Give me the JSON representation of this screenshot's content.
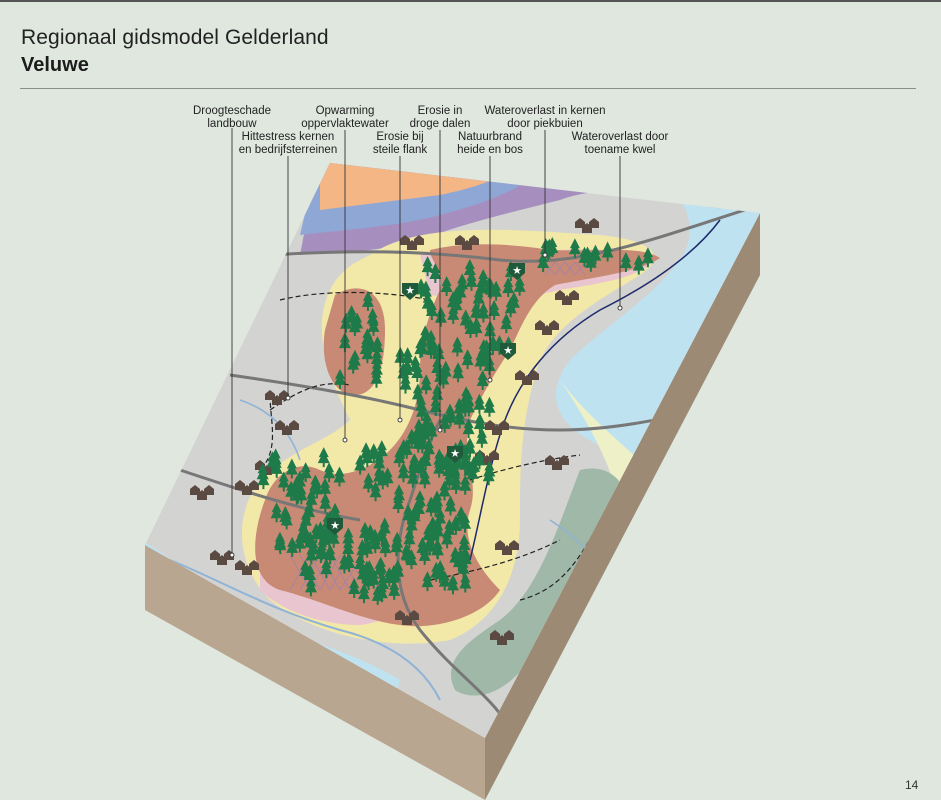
{
  "header": {
    "title": "Regionaal gidsmodel Gelderland",
    "subtitle": "Veluwe"
  },
  "labels": [
    {
      "id": "droogteschade",
      "line1": "Droogteschade",
      "line2": "landbouw"
    },
    {
      "id": "hittestress",
      "line1": "Hittestress kernen",
      "line2": "en bedrijfsterreinen"
    },
    {
      "id": "opwarming",
      "line1": "Opwarming",
      "line2": "oppervlaktewater"
    },
    {
      "id": "erosie-flank",
      "line1": "Erosie bij",
      "line2": "steile flank"
    },
    {
      "id": "erosie-dalen",
      "line1": "Erosie in",
      "line2": "droge dalen"
    },
    {
      "id": "natuurbrand",
      "line1": "Natuurbrand",
      "line2": "heide en bos"
    },
    {
      "id": "wateroverlast-kernen",
      "line1": "Wateroverlast in kernen",
      "line2": "door piekbuien"
    },
    {
      "id": "wateroverlast-kwel",
      "line1": "Wateroverlast door",
      "line2": "toename kwel"
    }
  ],
  "colors": {
    "background": "#dfe7df",
    "base": "#d3d3d1",
    "heath": "#c88a74",
    "sand": "#f2e8a8",
    "water": "#bfe2f1",
    "tree": "#1f7a4a",
    "soil_side": "#b7a58f"
  },
  "footer": {
    "page_number": "14"
  }
}
